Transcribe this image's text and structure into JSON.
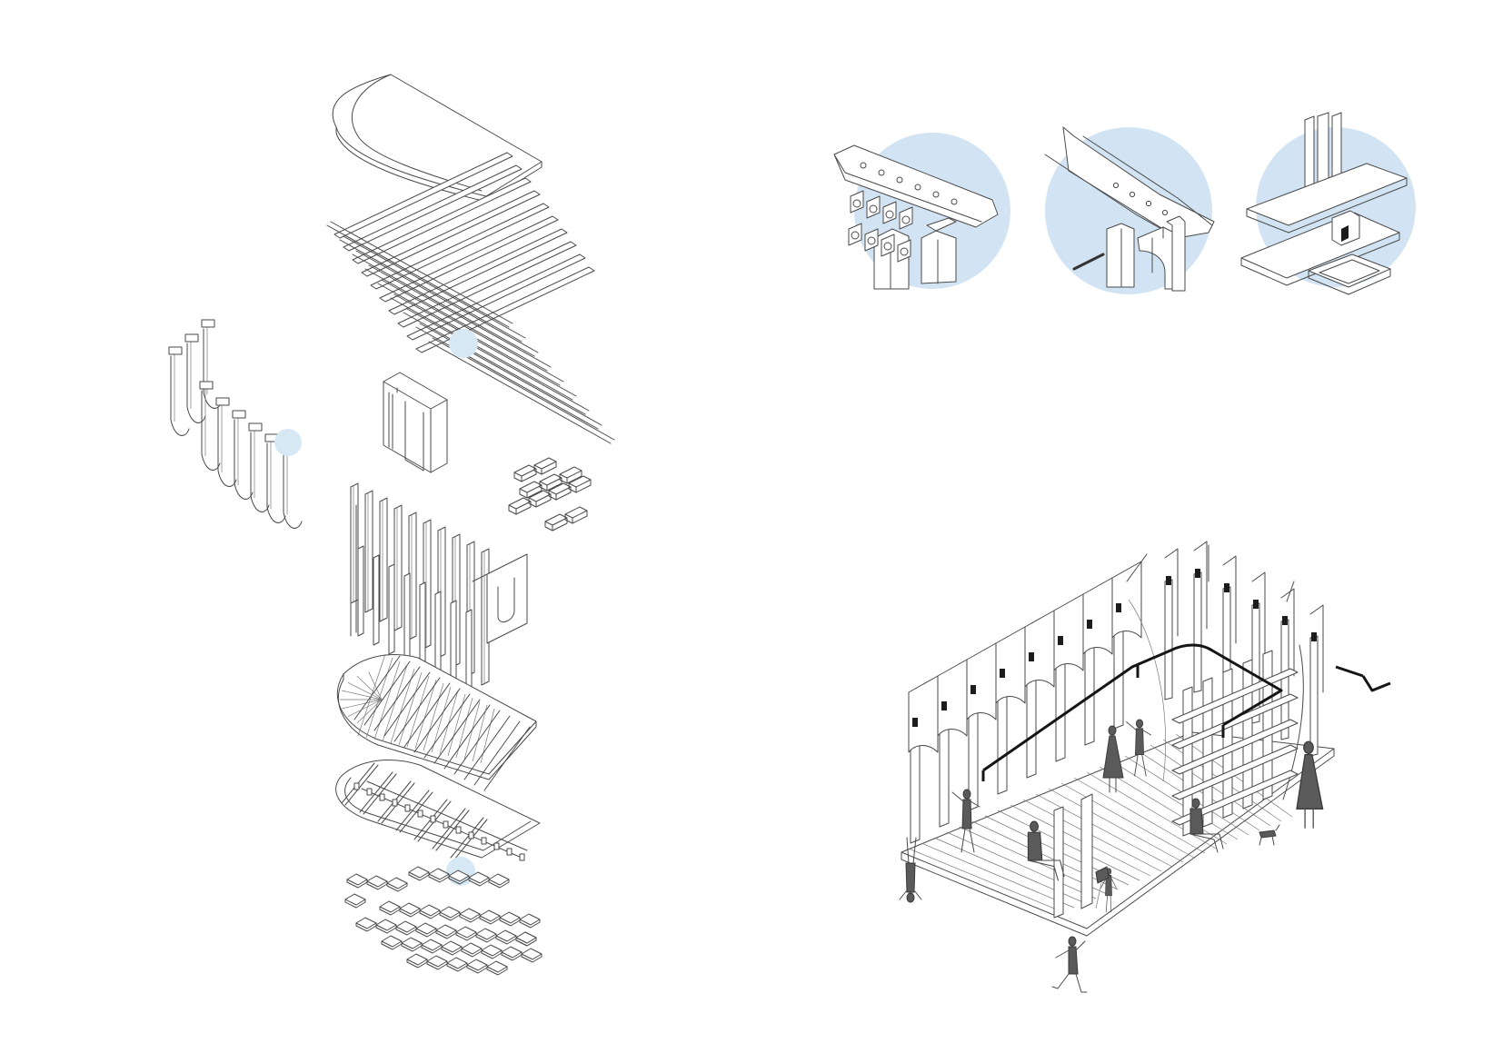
{
  "colors": {
    "background": "#ffffff",
    "line": "#4a4a4a",
    "highlight_circle": "#d7e8f5",
    "detail_circle": "#d2e4f3",
    "figure": "#5a5a5a",
    "heavy_frame": "#151515"
  },
  "exploded_axonometric": {
    "layers": [
      "roof-membrane",
      "roof-beams",
      "curtains",
      "core-box",
      "blocks",
      "wall-posts",
      "floor-deck",
      "floor-frame",
      "footings"
    ],
    "highlight_markers": 3
  },
  "joint_details": {
    "count": 3,
    "items": [
      "roof-beam-joint",
      "post-to-beam-joint",
      "frame-to-footing-joint"
    ]
  },
  "assembled_axonometric": {
    "people": 11,
    "animals": 1
  }
}
